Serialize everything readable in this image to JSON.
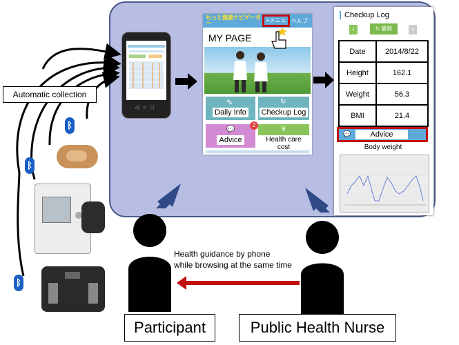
{
  "app": {
    "logo": "もっと健康ナビゲーター",
    "menu": "≡メニュー",
    "help": "ヘルプ",
    "my_page": "MY PAGE",
    "tiles": [
      "Daily Info",
      "Checkup Log",
      "Advice",
      "Health care cost"
    ],
    "advice_badge": "2"
  },
  "checkup": {
    "title": "Checkup Log",
    "refresh": "最新",
    "rows": [
      {
        "label": "Date",
        "value": "2014/8/22"
      },
      {
        "label": "Height",
        "value": "162.1"
      },
      {
        "label": "Weight",
        "value": "56.3"
      },
      {
        "label": "BMI",
        "value": "21.4"
      }
    ],
    "advice": "Advice",
    "body_weight": "Body weight"
  },
  "labels": {
    "automatic_collection": "Automatic collection",
    "guidance_line1": "Health guidance by phone",
    "guidance_line2": "while browsing at the same time",
    "participant": "Participant",
    "nurse": "Public Health Nurse"
  },
  "colors": {
    "panel": "#b7bde3",
    "highlight": "#c01010",
    "bluetooth": "#1b5fc2",
    "arrow_blue": "#2f4a86"
  },
  "icons": [
    "bluetooth-icon",
    "pointer-hand-icon",
    "person-icon",
    "arrow-icon"
  ]
}
